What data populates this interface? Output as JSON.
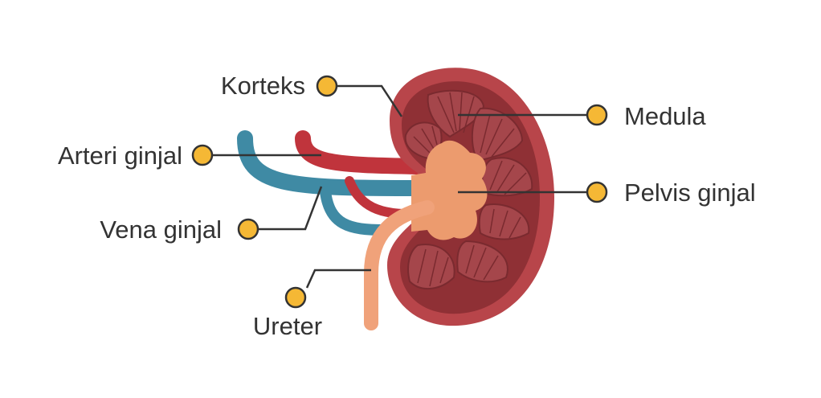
{
  "labels": {
    "cortex": "Korteks",
    "renal_artery": "Arteri ginjal",
    "renal_vein": "Vena ginjal",
    "ureter": "Ureter",
    "medulla": "Medula",
    "renal_pelvis": "Pelvis ginjal"
  },
  "colors": {
    "background": "#ffffff",
    "kidney_outer": "#b8454a",
    "kidney_inner": "#8f3035",
    "pyramid": "#a5464b",
    "pyramid_stripe": "#7a2a2f",
    "pelvis": "#ec9b6e",
    "ureter": "#f0a27a",
    "artery": "#c0343c",
    "vein": "#3f8aa4",
    "marker": "#f5b835",
    "marker_border": "#333333",
    "leader": "#333333",
    "text": "#333333"
  }
}
